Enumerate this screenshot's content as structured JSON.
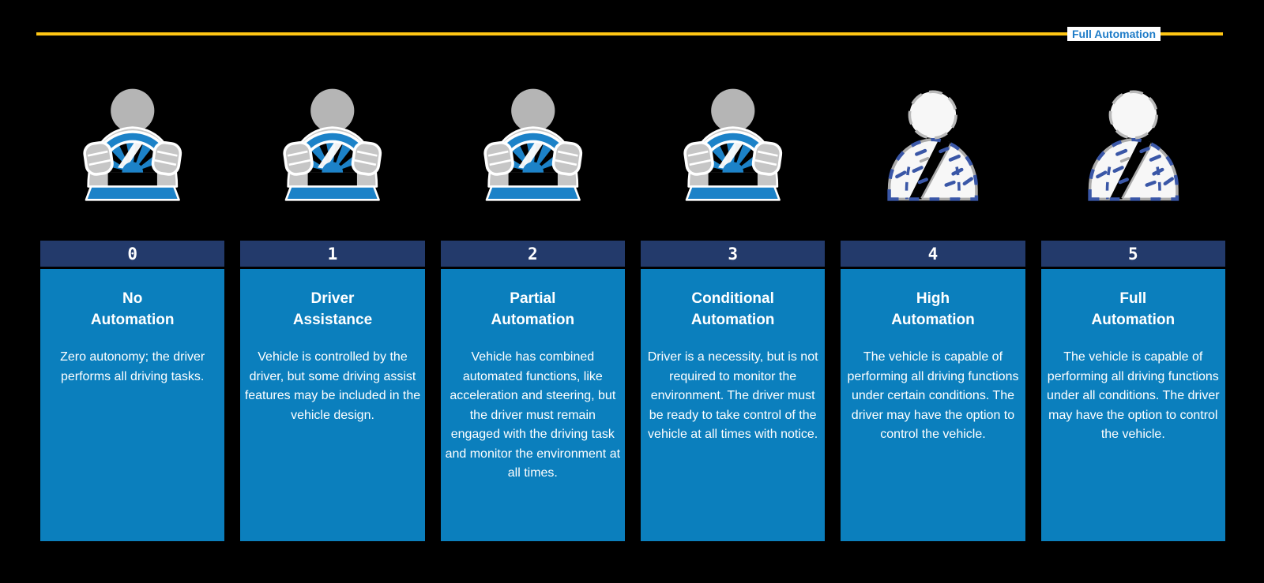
{
  "timeline": {
    "label": "Full Automation",
    "line_color": "#FFC614",
    "label_text_color": "#1E7CC8",
    "label_bg_color": "#FFFFFF"
  },
  "colors": {
    "background": "#000000",
    "card_header_navy": "#233A6B",
    "card_body_blue": "#0B7FBD",
    "card_text": "#FFFFFF",
    "wheel_blue": "#1C82C8",
    "driver_gray": "#B5B5B5",
    "passenger_fill": "#F7F7F7",
    "passenger_dash_blue": "#3A57A7"
  },
  "levels": [
    {
      "number": "0",
      "title": "No\nAutomation",
      "description": "Zero autonomy; the driver performs all driving tasks.",
      "icon": "driver-at-wheel"
    },
    {
      "number": "1",
      "title": "Driver\nAssistance",
      "description": "Vehicle is controlled by the driver, but some driving assist features may be included in the vehicle design.",
      "icon": "driver-at-wheel"
    },
    {
      "number": "2",
      "title": "Partial\nAutomation",
      "description": "Vehicle has combined automated functions, like acceleration and steering, but the driver must remain engaged with the driving task and monitor the environment at all times.",
      "icon": "driver-at-wheel"
    },
    {
      "number": "3",
      "title": "Conditional\nAutomation",
      "description": "Driver is a necessity, but is not required to monitor the environment. The driver must be ready to take control of the vehicle at all times with notice.",
      "icon": "driver-at-wheel"
    },
    {
      "number": "4",
      "title": "High\nAutomation",
      "description": "The vehicle is capable of performing all driving functions under certain conditions. The driver may have the option to control the vehicle.",
      "icon": "hands-free-passenger"
    },
    {
      "number": "5",
      "title": "Full\nAutomation",
      "description": "The vehicle is capable of performing all driving functions under all conditions. The driver may have the option to control the vehicle.",
      "icon": "hands-free-passenger"
    }
  ]
}
